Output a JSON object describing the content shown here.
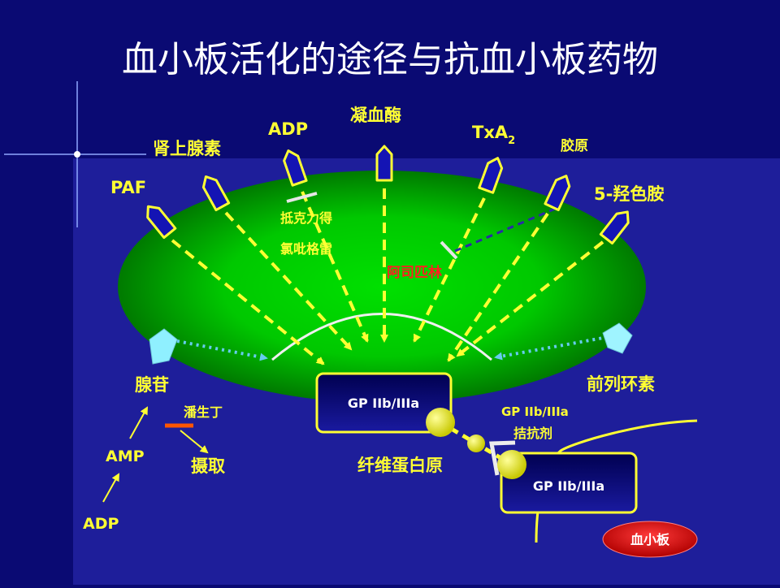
{
  "title": "血小板活化的途径与抗血小板药物",
  "agonists": {
    "paf": "PAF",
    "epinephrine": "肾上腺素",
    "adp_top": "ADP",
    "thrombin": "凝血酶",
    "txa2_main": "TxA",
    "txa2_sub": "2",
    "collagen": "胶原",
    "serotonin": "5-羟色胺",
    "adenosine": "腺苷",
    "prostacyclin": "前列环素"
  },
  "drugs": {
    "ticlopidine": "抵克力得",
    "clopidogrel": "氯吡格雷",
    "aspirin": "阿司匹林",
    "dipyridamole": "潘生丁",
    "gp_antagonist_line1": "GP IIb/IIIa",
    "gp_antagonist_line2": "拮抗剂"
  },
  "pathway": {
    "amp": "AMP",
    "adp_bottom": "ADP",
    "uptake": "摄取",
    "fibrinogen": "纤维蛋白原"
  },
  "receptors": {
    "gp_main": "GP IIb/IIIa",
    "gp_second": "GP IIb/IIIa"
  },
  "platelet_badge": "血小板",
  "colors": {
    "background": "#0a0a73",
    "ellipse_center": "#00d800",
    "yellow": "#ffff33",
    "cyan": "#55bbee",
    "aspirin_red": "#ff2020",
    "block_orange": "#ff5500"
  }
}
